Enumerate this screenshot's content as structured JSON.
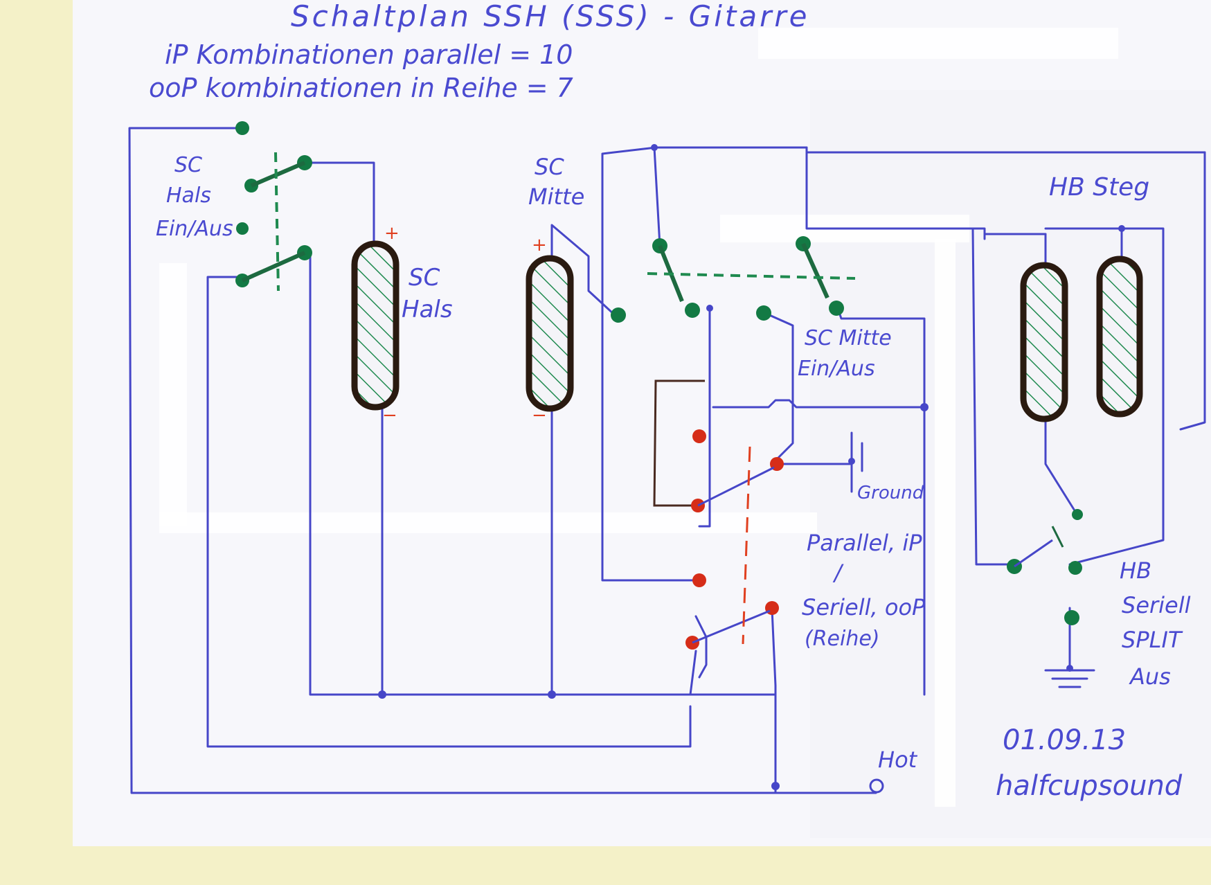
{
  "diagram": {
    "title": "Schaltplan SSH (SSS) - Gitarre",
    "combo_parallel": "iP Kombinationen parallel = 10",
    "combo_series": "ooP kombinationen in Reihe = 7",
    "pickup_labels": {
      "sc_hals": [
        "SC",
        "Hals"
      ],
      "sc_mitte": [
        "SC",
        "Mitte"
      ],
      "hb_steg": "HB Steg"
    },
    "switch_labels": {
      "sc_hals_switch": [
        "SC",
        "Hals",
        "Ein/Aus"
      ],
      "sc_mitte_switch": [
        "SC Mitte",
        "Ein/Aus"
      ],
      "parallel_series": [
        "Parallel, iP",
        "/",
        "Seriell, ooP",
        "(Reihe)"
      ],
      "hb_switch": [
        "HB",
        "Seriell",
        "SPLIT",
        "Aus"
      ]
    },
    "ground_label": "Ground",
    "hot_label": "Hot",
    "plus_sign": "+",
    "minus_sign": "−",
    "date": "01.09.13",
    "signature": "halfcupsound"
  },
  "colors": {
    "wire": "#4646c8",
    "switch_green": "#137a44",
    "switch_red": "#d62d18",
    "pickup_outline": "#2a1a10",
    "paper": "#f7f7fb"
  }
}
